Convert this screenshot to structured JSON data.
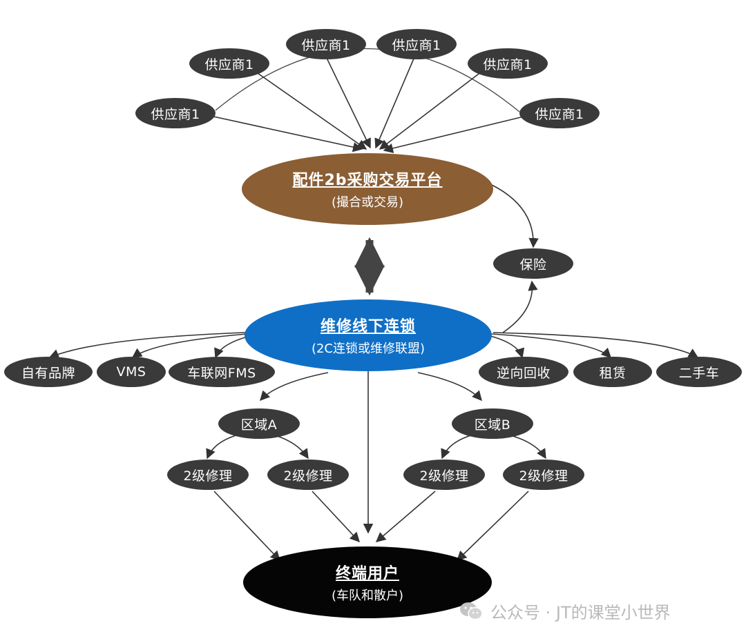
{
  "suppliers": [
    "供应商1",
    "供应商1",
    "供应商1",
    "供应商1",
    "供应商1",
    "供应商1"
  ],
  "platform": {
    "title": "配件2b采购交易平台",
    "subtitle": "(撮合或交易)"
  },
  "insurance": "保险",
  "chain": {
    "title": "维修线下连锁",
    "subtitle": "(2C连锁或维修联盟)"
  },
  "left_services": [
    "自有品牌",
    "VMS",
    "车联网FMS"
  ],
  "right_services": [
    "逆向回收",
    "租赁",
    "二手车"
  ],
  "regions": [
    "区域A",
    "区域B"
  ],
  "level2_repairs": [
    "2级修理",
    "2级修理",
    "2级修理",
    "2级修理"
  ],
  "end_user": {
    "title": "终端用户",
    "subtitle": "(车队和散户)"
  },
  "watermark": "公众号 · JT的课堂小世界",
  "colors": {
    "pill": "#3a3a3a",
    "platform": "#8b5e34",
    "chain": "#0f6fc6",
    "end_user": "#050505",
    "arrow": "#333333"
  }
}
